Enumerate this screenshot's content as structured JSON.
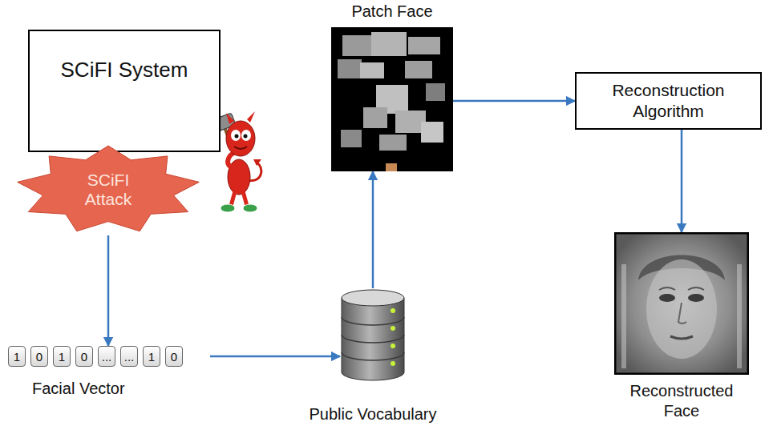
{
  "diagram": {
    "nodes": [
      {
        "text": [
          "SCiFI System"
        ]
      },
      {
        "text": [
          "SCiFI Attack"
        ]
      },
      {
        "text": [
          "1",
          "0",
          "1",
          "0",
          "...",
          "...",
          "1",
          "0",
          "Facial Vector"
        ]
      },
      {
        "text": [
          "Public Vocabulary"
        ]
      },
      {
        "text": [
          "Patch Face"
        ]
      },
      {
        "text": [
          "Reconstruction Algorithm"
        ]
      },
      {
        "text": [
          "Reconstructed Face"
        ]
      }
    ],
    "edges": [
      {
        "from": 1,
        "to": 2,
        "arrow": "to"
      },
      {
        "from": 2,
        "to": 3,
        "arrow": "to"
      },
      {
        "from": 3,
        "to": 4,
        "arrow": "to"
      },
      {
        "from": 4,
        "to": 5,
        "arrow": "to"
      },
      {
        "from": 5,
        "to": 6,
        "arrow": "to"
      }
    ]
  }
}
